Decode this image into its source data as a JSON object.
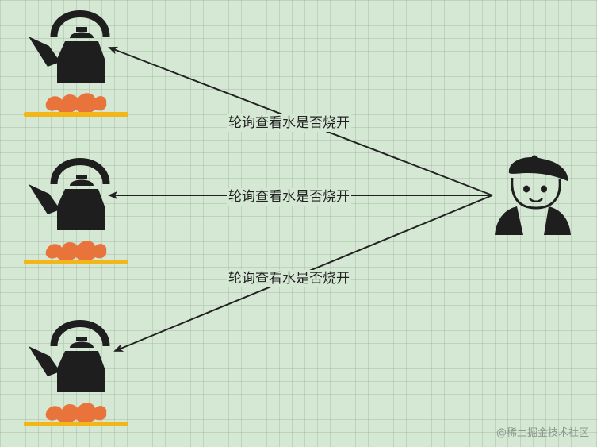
{
  "labels": {
    "top": "轮询查看水是否烧开",
    "middle": "轮询查看水是否烧开",
    "bottom": "轮询查看水是否烧开"
  },
  "icons": {
    "kettle": "kettle-on-stove-icon",
    "person": "person-with-beret-icon"
  },
  "colors": {
    "background": "#d5e8d4",
    "arrow": "#222222",
    "flame": "#e8743c",
    "burner": "#f2b619",
    "kettle": "#1e1e1e"
  },
  "watermark": "@稀土掘金技术社区"
}
